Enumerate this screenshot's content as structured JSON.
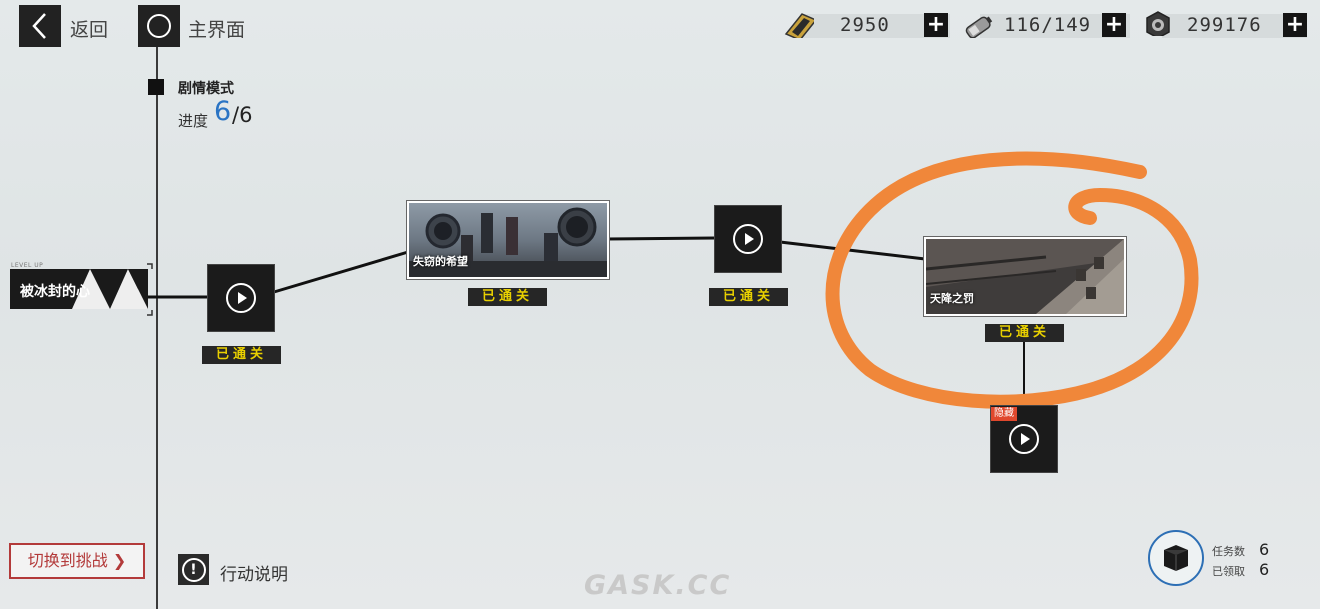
{
  "topbar": {
    "back_label": "返回",
    "home_label": "主界面",
    "resources": [
      {
        "icon": "ticket-icon",
        "value": "2950"
      },
      {
        "icon": "battery-icon",
        "value": "116/149"
      },
      {
        "icon": "gear-coin-icon",
        "value": "299176"
      }
    ]
  },
  "mode": {
    "title": "剧情模式",
    "progress_label": "进度",
    "progress_current": "6",
    "progress_total": "/6"
  },
  "stages": {
    "first": {
      "title": "被冰封的心",
      "tag": "LEVEL UP"
    },
    "node1": {
      "status": "已通关"
    },
    "card1": {
      "title": "失窃的希望",
      "status": "已通关"
    },
    "node2": {
      "status": "已通关"
    },
    "card2": {
      "title": "天降之罚",
      "status": "已通关"
    },
    "hidden": {
      "tag": "隐藏"
    }
  },
  "bottom": {
    "switch_label": "切换到挑战 ❯",
    "info_label": "行动说明",
    "task_count_label": "任务数",
    "task_count_value": "6",
    "claimed_label": "已领取",
    "claimed_value": "6"
  },
  "watermark": "GASK.CC",
  "colors": {
    "accent_blue": "#2a74c4",
    "cleared_text": "#e9d000",
    "hidden_tag": "#e0482d",
    "switch_border": "#b33a3a",
    "annotation": "#f0873a"
  }
}
